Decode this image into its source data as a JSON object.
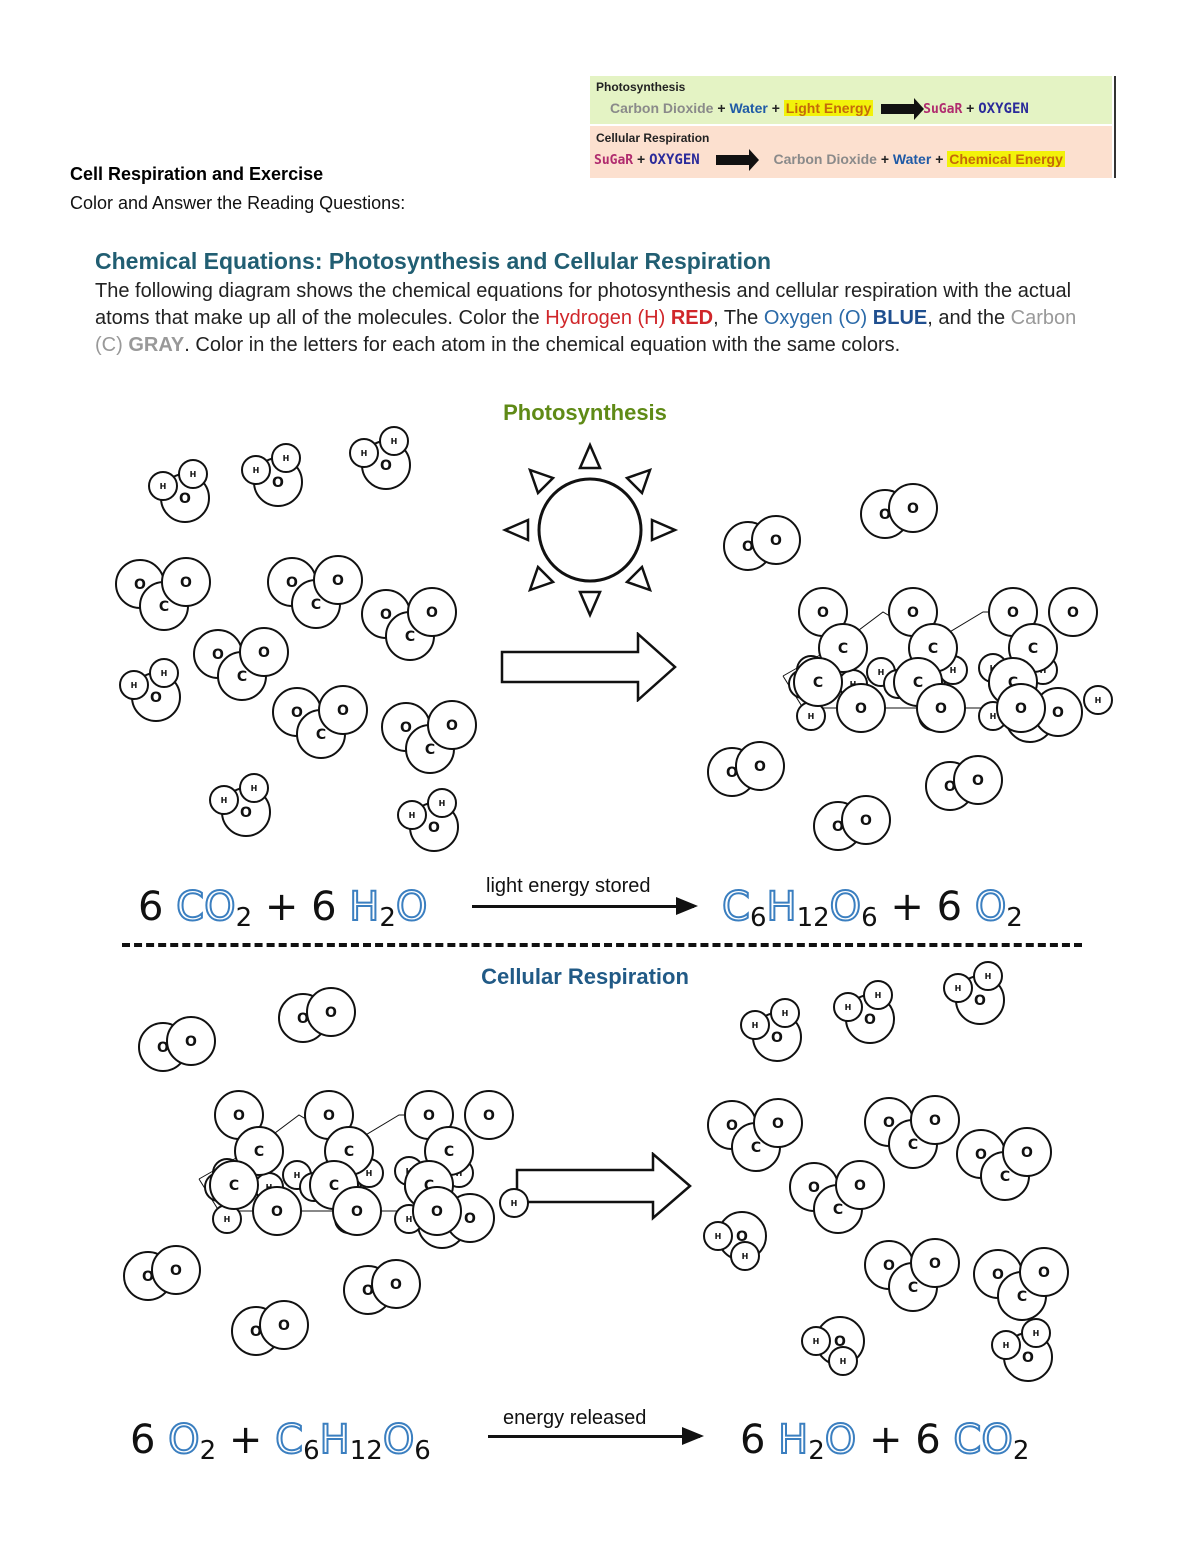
{
  "legend": {
    "photosynthesis_title": "Photosynthesis",
    "respiration_title": "Cellular Respiration",
    "carbon_dioxide": "Carbon Dioxide",
    "water": "Water",
    "light_energy": "Light Energy",
    "chemical_energy": "Chemical Energy",
    "sugar": "SuGaR",
    "oxygen": "OXYGEN",
    "plus": "+"
  },
  "header": {
    "title": "Cell Respiration and Exercise",
    "subtitle": "Color and Answer the Reading Questions:"
  },
  "section": {
    "title": "Chemical Equations: Photosynthesis and Cellular Respiration",
    "body_1": "The following diagram shows the chemical equations for photosynthesis and cellular respiration with the actual atoms that make up all of the molecules.  Color the ",
    "hydrogen": "Hydrogen (H)",
    "red": "RED",
    "body_2": ", The ",
    "oxygen": "Oxygen (O)",
    "blue": "BLUE",
    "body_3": ", and the ",
    "carbon": "Carbon (C)",
    "gray": "GRAY",
    "body_4": ".  Color in the letters for each atom in the chemical equation with the same colors."
  },
  "photosynthesis": {
    "title": "Photosynthesis",
    "equation": {
      "coef1": "6",
      "m1": "CO",
      "s1": "2",
      "plus1": "+",
      "coef2": "6",
      "m2a": "H",
      "s2": "2",
      "m2b": "O",
      "arrow_label": "light energy stored",
      "m3a": "C",
      "s3a": "6",
      "m3b": "H",
      "s3b": "12",
      "m3c": "O",
      "s3c": "6",
      "plus2": "+",
      "coef4": "6",
      "m4": "O",
      "s4": "2"
    }
  },
  "respiration": {
    "title": "Cellular Respiration",
    "equation": {
      "coef1": "6",
      "m1": "O",
      "s1": "2",
      "plus1": "+",
      "m2a": "C",
      "s2a": "6",
      "m2b": "H",
      "s2b": "12",
      "m2c": "O",
      "s2c": "6",
      "arrow_label": "energy released",
      "coef3": "6",
      "m3a": "H",
      "s3": "2",
      "m3b": "O",
      "plus2": "+",
      "coef4": "6",
      "m4": "CO",
      "s4": "2"
    }
  },
  "atoms": {
    "O": "O",
    "C": "C",
    "H": "H"
  }
}
